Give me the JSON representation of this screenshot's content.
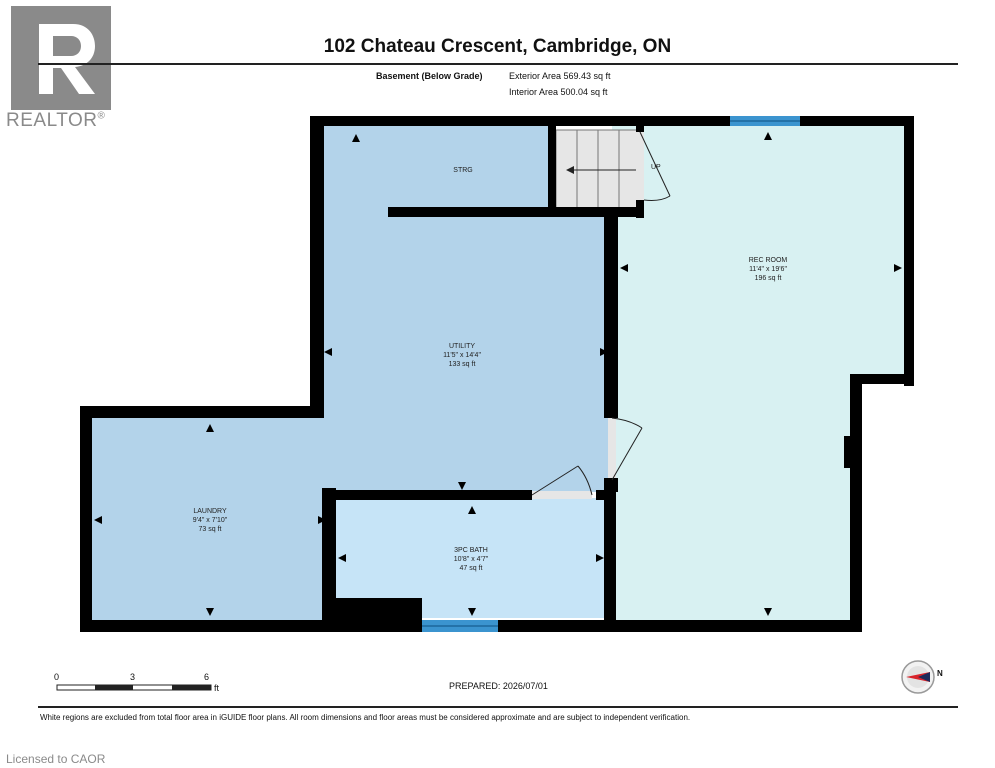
{
  "branding": {
    "logo_letter": "R",
    "logo_word": "REALTOR",
    "logo_mark": "®",
    "licensed_text": "Licensed to CAOR"
  },
  "header": {
    "title": "102 Chateau Crescent, Cambridge, ON",
    "level_name": "Basement (Below Grade)",
    "exterior_area": "Exterior Area 569.43 sq ft",
    "interior_area": "Interior Area 500.04 sq ft"
  },
  "rooms": {
    "strg": {
      "name": "STRG"
    },
    "utility": {
      "name": "UTILITY",
      "dims": "11'5\" x 14'4\"",
      "area": "133 sq ft"
    },
    "rec_room": {
      "name": "REC ROOM",
      "dims": "11'4\" x 19'6\"",
      "area": "196 sq ft"
    },
    "laundry": {
      "name": "LAUNDRY",
      "dims": "9'4\" x 7'10\"",
      "area": "73 sq ft"
    },
    "bath": {
      "name": "3PC BATH",
      "dims": "10'8\" x 4'7\"",
      "area": "47 sq ft"
    },
    "stairs": {
      "label": "UP"
    }
  },
  "scale": {
    "labels": [
      "0",
      "3",
      "6"
    ],
    "unit": "ft"
  },
  "compass": {
    "label": "N"
  },
  "prepared": "PREPARED: 2026/07/01",
  "footer_note": "White regions are excluded from total floor area in iGUIDE floor plans. All room dimensions and floor areas must be considered approximate and are subject to independent verification.",
  "colors": {
    "wall": "#000000",
    "utility_fill": "#b3d3ea",
    "rec_fill": "#d8f1f2",
    "bath_fill": "#c6e4f7",
    "window": "#3b94cf",
    "logo_gray": "#8a8a8a"
  }
}
